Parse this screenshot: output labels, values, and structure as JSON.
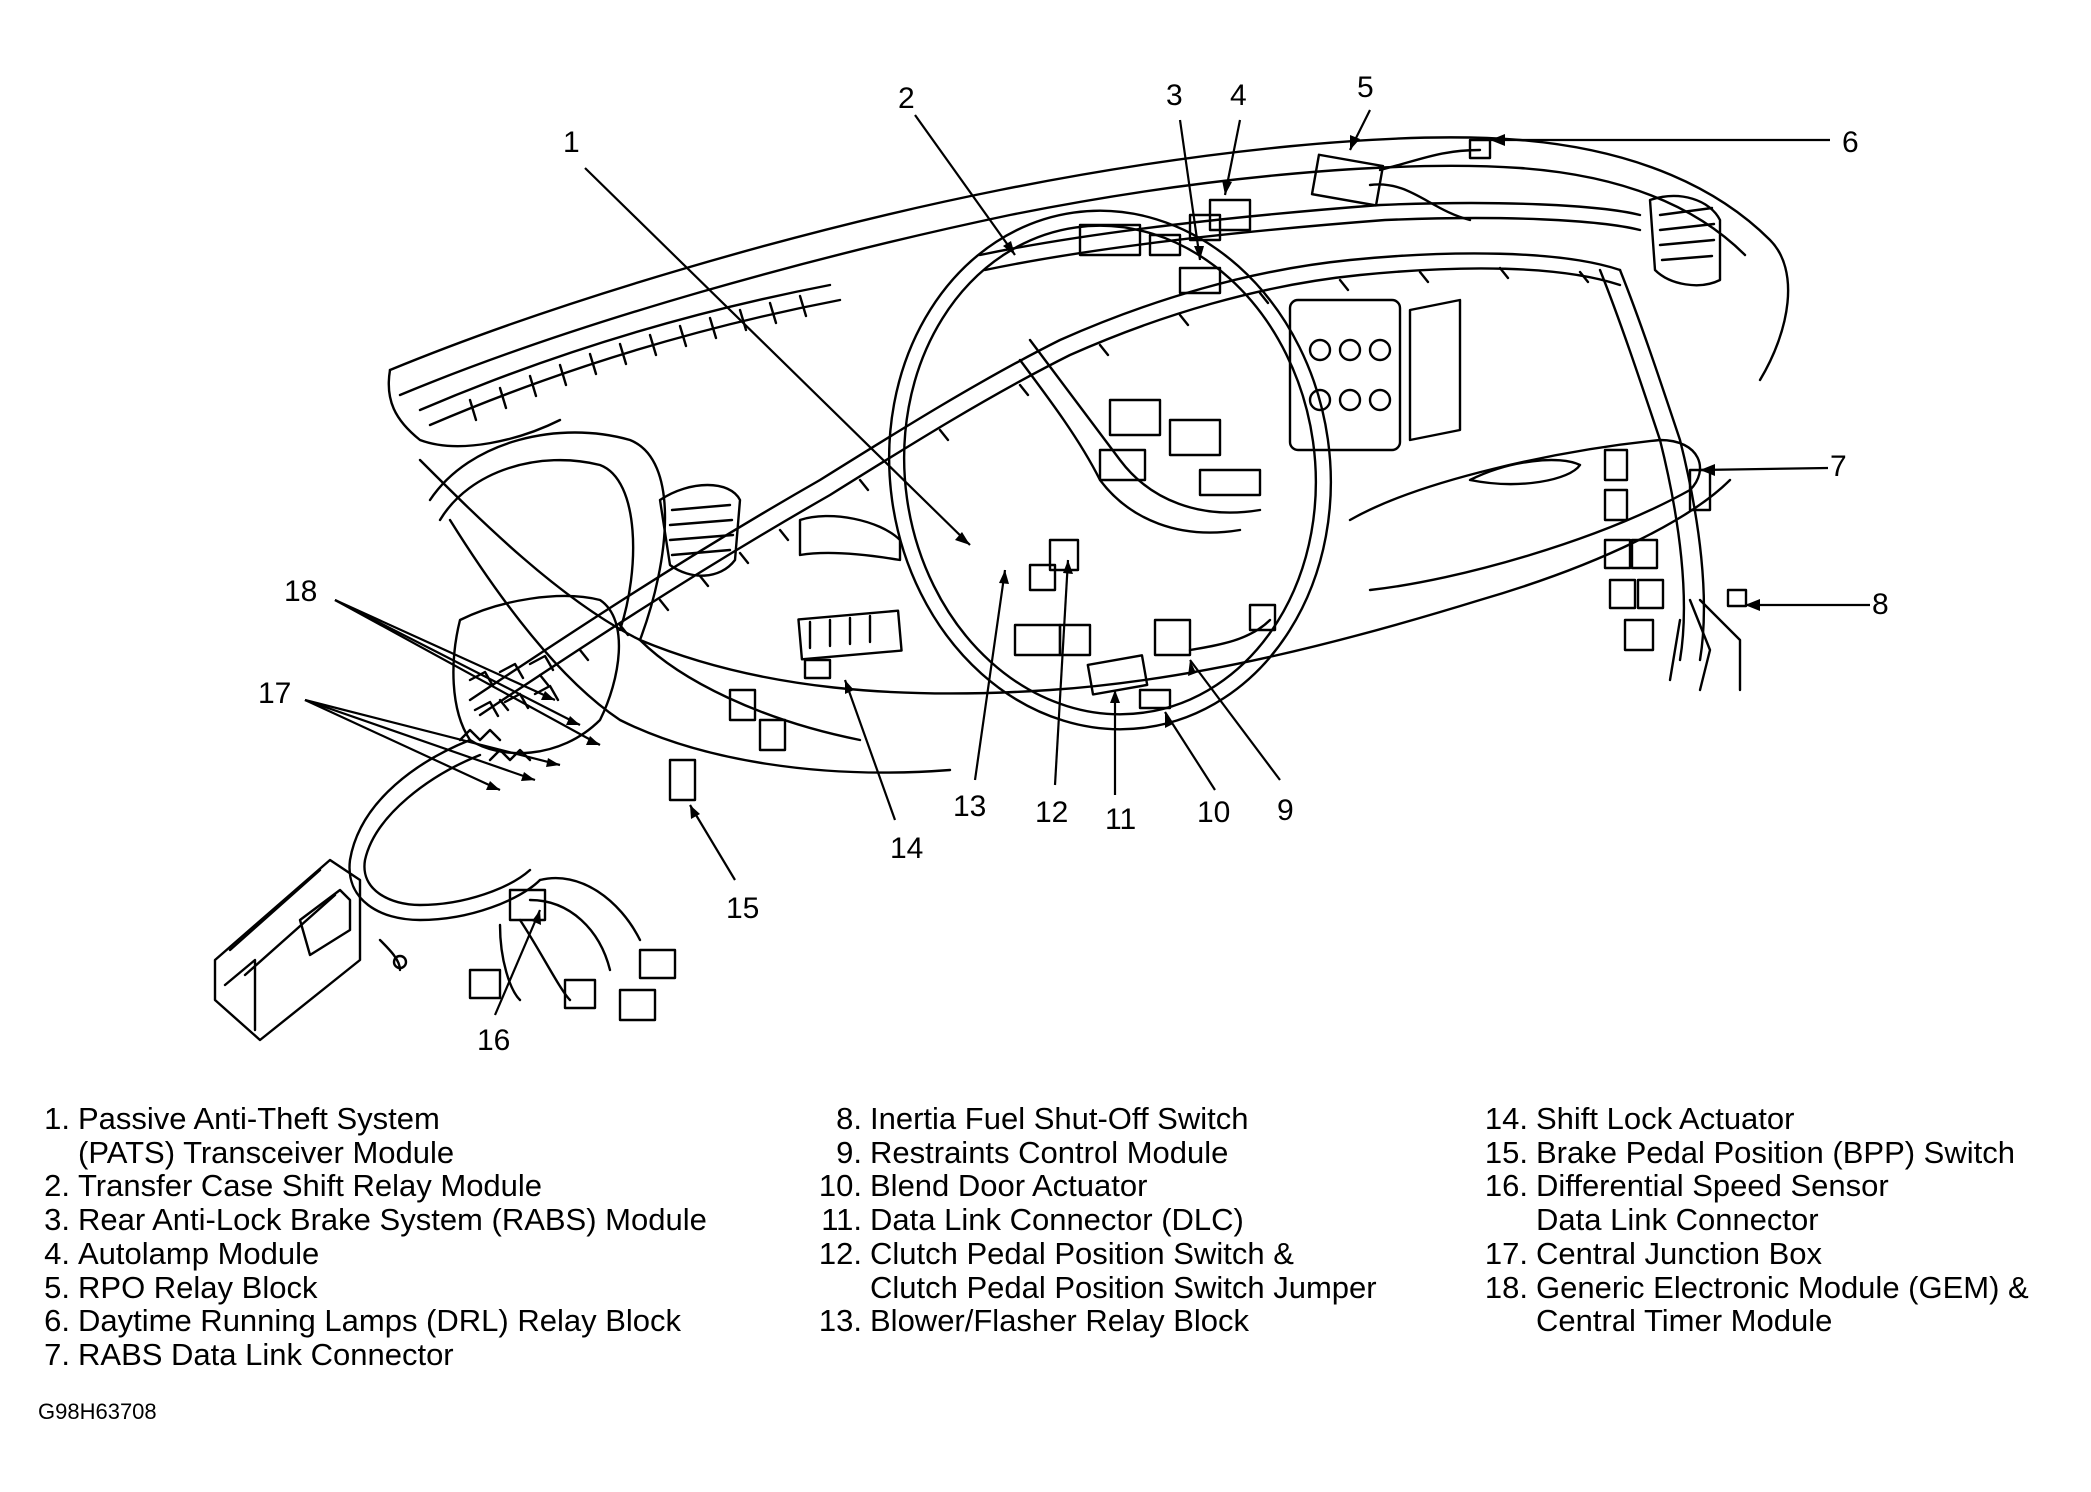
{
  "callouts": [
    "1",
    "2",
    "3",
    "4",
    "5",
    "6",
    "7",
    "8",
    "9",
    "10",
    "11",
    "12",
    "13",
    "14",
    "15",
    "16",
    "17",
    "18"
  ],
  "legend": {
    "col1": [
      {
        "num": "1.",
        "lines": [
          "Passive Anti-Theft System",
          "(PATS) Transceiver Module"
        ]
      },
      {
        "num": "2.",
        "lines": [
          "Transfer Case Shift Relay Module"
        ]
      },
      {
        "num": "3.",
        "lines": [
          "Rear Anti-Lock Brake System (RABS) Module"
        ]
      },
      {
        "num": "4.",
        "lines": [
          "Autolamp Module"
        ]
      },
      {
        "num": "5.",
        "lines": [
          "RPO Relay Block"
        ]
      },
      {
        "num": "6.",
        "lines": [
          "Daytime Running Lamps (DRL) Relay Block"
        ]
      },
      {
        "num": "7.",
        "lines": [
          "RABS Data Link Connector"
        ]
      }
    ],
    "col2": [
      {
        "num": "8.",
        "lines": [
          "Inertia Fuel Shut-Off Switch"
        ]
      },
      {
        "num": "9.",
        "lines": [
          "Restraints Control Module"
        ]
      },
      {
        "num": "10.",
        "lines": [
          "Blend Door Actuator"
        ]
      },
      {
        "num": "11.",
        "lines": [
          "Data Link Connector (DLC)"
        ]
      },
      {
        "num": "12.",
        "lines": [
          "Clutch Pedal Position Switch &",
          "Clutch Pedal Position Switch Jumper"
        ]
      },
      {
        "num": "13.",
        "lines": [
          "Blower/Flasher Relay Block"
        ]
      }
    ],
    "col3": [
      {
        "num": "14.",
        "lines": [
          "Shift Lock Actuator"
        ]
      },
      {
        "num": "15.",
        "lines": [
          "Brake Pedal Position (BPP) Switch"
        ]
      },
      {
        "num": "16.",
        "lines": [
          "Differential Speed Sensor",
          "Data Link Connector"
        ]
      },
      {
        "num": "17.",
        "lines": [
          "Central Junction Box"
        ]
      },
      {
        "num": "18.",
        "lines": [
          "Generic Electronic Module (GEM) &",
          "Central Timer Module"
        ]
      }
    ]
  },
  "figure_code": "G98H63708"
}
